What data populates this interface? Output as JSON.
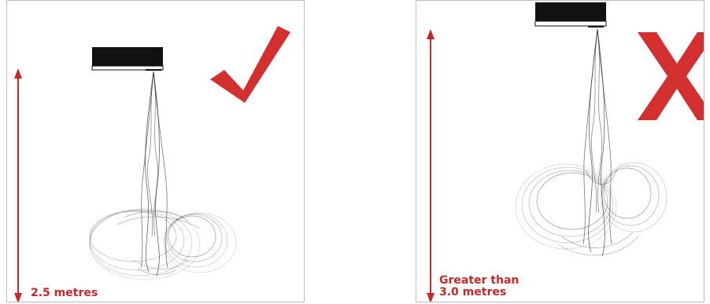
{
  "panels": [
    {
      "id": "correct",
      "height_label": "2.5 metres",
      "verdict_icon": "checkmark-icon"
    },
    {
      "id": "incorrect",
      "height_label": "Greater than\n3.0 metres",
      "verdict_icon": "cross-icon"
    }
  ],
  "colors": {
    "accent": "#d32f2f",
    "spray": "#222222",
    "emitter": "#111111"
  }
}
